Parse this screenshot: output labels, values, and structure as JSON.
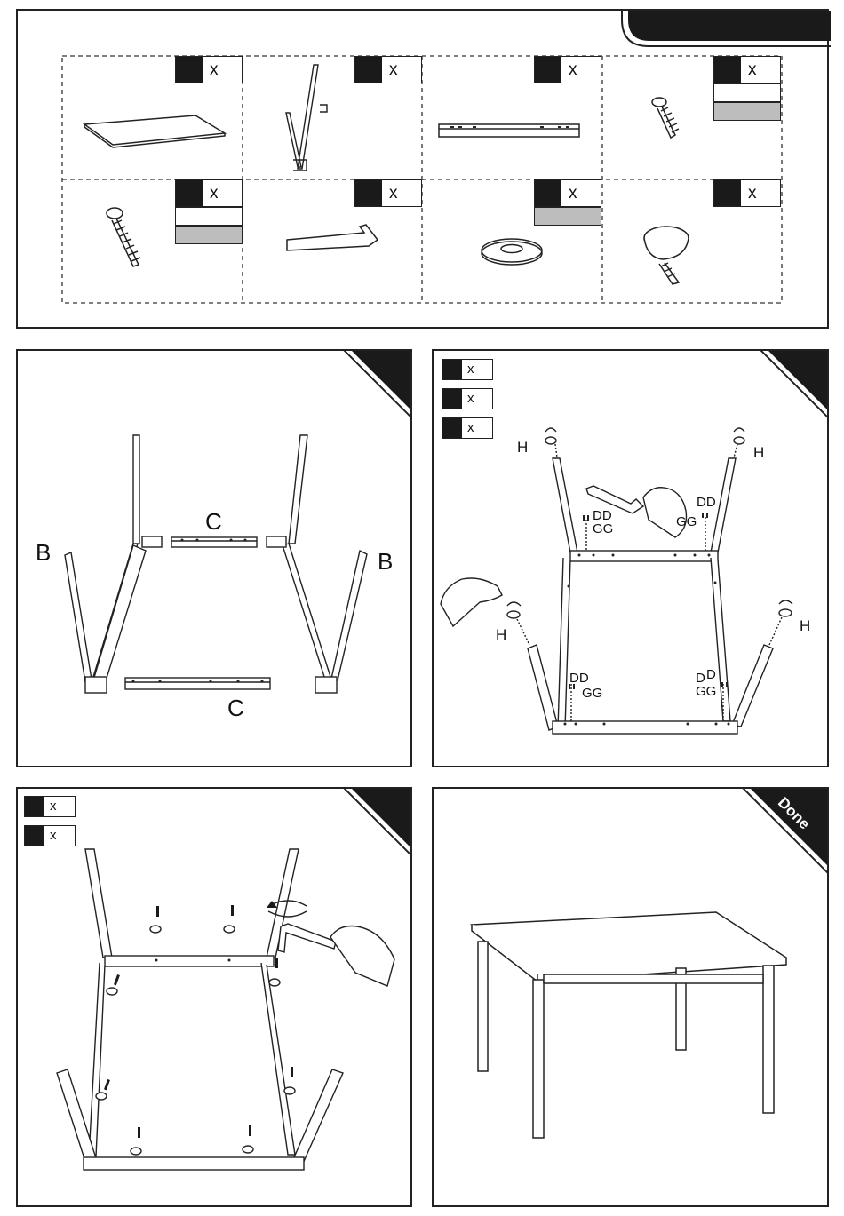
{
  "parts_panel": {
    "items": [
      {
        "id": "top",
        "qty_mark": "x",
        "has_white_row": false,
        "has_gray_row": false
      },
      {
        "id": "leg-frame",
        "qty_mark": "x",
        "has_white_row": false,
        "has_gray_row": false
      },
      {
        "id": "rail",
        "qty_mark": "x",
        "has_white_row": false,
        "has_gray_row": false
      },
      {
        "id": "short-screw",
        "qty_mark": "x",
        "has_white_row": true,
        "has_gray_row": true
      },
      {
        "id": "long-screw",
        "qty_mark": "x",
        "has_white_row": true,
        "has_gray_row": true
      },
      {
        "id": "allen-key",
        "qty_mark": "x",
        "has_white_row": false,
        "has_gray_row": false
      },
      {
        "id": "washer",
        "qty_mark": "x",
        "has_white_row": false,
        "has_gray_row": true
      },
      {
        "id": "foot-glide",
        "qty_mark": "x",
        "has_white_row": false,
        "has_gray_row": false
      }
    ]
  },
  "step1": {
    "labels": {
      "left_b": "B",
      "right_b": "B",
      "top_c": "C",
      "bottom_c": "C"
    }
  },
  "step2": {
    "qty": [
      "x",
      "x",
      "x"
    ],
    "labels": {
      "h_top_left": "H",
      "h_top_right": "H",
      "h_mid_left": "H",
      "h_mid_right": "H",
      "dd_tl": "DD",
      "gg_tl": "GG",
      "dd_tr": "DD",
      "gg_tr": "GG",
      "dd_bl": "DD",
      "gg_bl": "GG",
      "dd_br_a": "D",
      "dd_br_b": "D",
      "gg_br": "GG"
    }
  },
  "step3": {
    "qty": [
      "x",
      "x"
    ]
  },
  "step4": {
    "corner_label": "Done"
  },
  "colors": {
    "ink": "#1a1a1a",
    "gray_fill": "#bdbdbd",
    "corner": "#1a1a1a"
  }
}
